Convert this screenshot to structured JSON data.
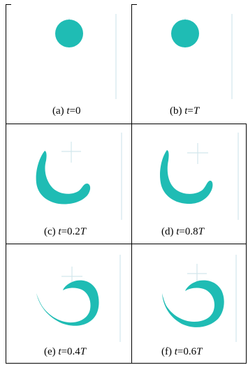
{
  "colors": {
    "fluid": "#1fbcb4",
    "frame": "#000000",
    "guide": "#d2e7ec"
  },
  "panels": [
    {
      "id": "a",
      "label": "(a)",
      "var": "t",
      "eq": "=0",
      "coef": "",
      "unit": ""
    },
    {
      "id": "b",
      "label": "(b)",
      "var": "t",
      "eq": "=",
      "coef": "",
      "unit": "T"
    },
    {
      "id": "c",
      "label": "(c)",
      "var": "t",
      "eq": "=0.2",
      "coef": "",
      "unit": "T"
    },
    {
      "id": "d",
      "label": "(d)",
      "var": "t",
      "eq": "=0.8",
      "coef": "",
      "unit": "T"
    },
    {
      "id": "e",
      "label": "(e)",
      "var": "t",
      "eq": "=0.4",
      "coef": "",
      "unit": "T"
    },
    {
      "id": "f",
      "label": "(f)",
      "var": "t",
      "eq": "=0.6",
      "coef": "",
      "unit": "T"
    }
  ]
}
